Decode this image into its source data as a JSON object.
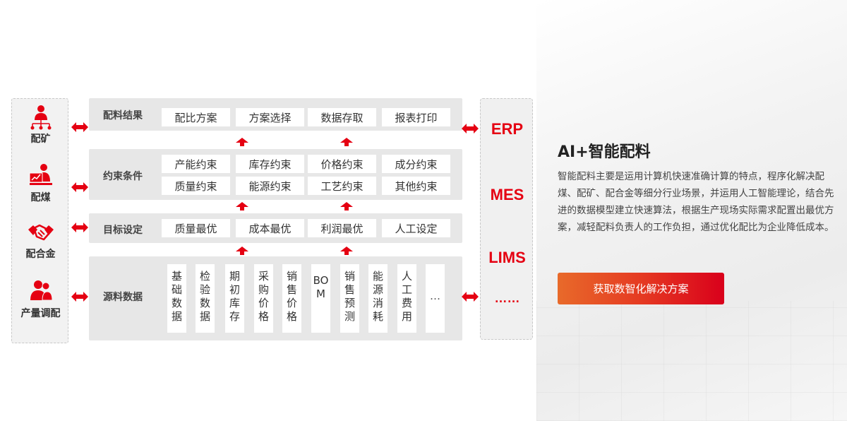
{
  "categories": [
    "配矿",
    "配煤",
    "配合金",
    "产量调配"
  ],
  "rows": {
    "result": {
      "title": "配料结果",
      "items": [
        "配比方案",
        "方案选择",
        "数据存取",
        "报表打印"
      ]
    },
    "constraints": {
      "title": "约束条件",
      "items_top": [
        "产能约束",
        "库存约束",
        "价格约束",
        "成分约束"
      ],
      "items_bottom": [
        "质量约束",
        "能源约束",
        "工艺约束",
        "其他约束"
      ]
    },
    "target": {
      "title": "目标设定",
      "items": [
        "质量最优",
        "成本最优",
        "利润最优",
        "人工设定"
      ]
    },
    "source": {
      "title": "源料数据",
      "items": [
        "基础数据",
        "检验数据",
        "期初库存",
        "采购价格",
        "销售价格",
        "BOM",
        "销售预测",
        "能源消耗",
        "人工费用",
        "…"
      ]
    }
  },
  "systems": [
    "ERP",
    "MES",
    "LIMS",
    "……"
  ],
  "panel": {
    "title": "AI+智能配料",
    "description": "智能配料主要是运用计算机快速准确计算的特点，程序化解决配煤、配矿、配合金等细分行业场景，并运用人工智能理论，结合先进的数据模型建立快速算法，根据生产现场实际需求配置出最优方案，减轻配料负责人的工作负担，通过优化配比为企业降低成本。",
    "cta_label": "获取数智化解决方案"
  },
  "colors": {
    "accent": "#e50012",
    "row_bg": "#e7e7e7",
    "cell_bg": "#ffffff"
  },
  "icons": [
    "person-network-icon",
    "person-screen-icon",
    "handshake-icon",
    "two-people-icon",
    "double-arrow-icon",
    "up-arrow-icon"
  ]
}
